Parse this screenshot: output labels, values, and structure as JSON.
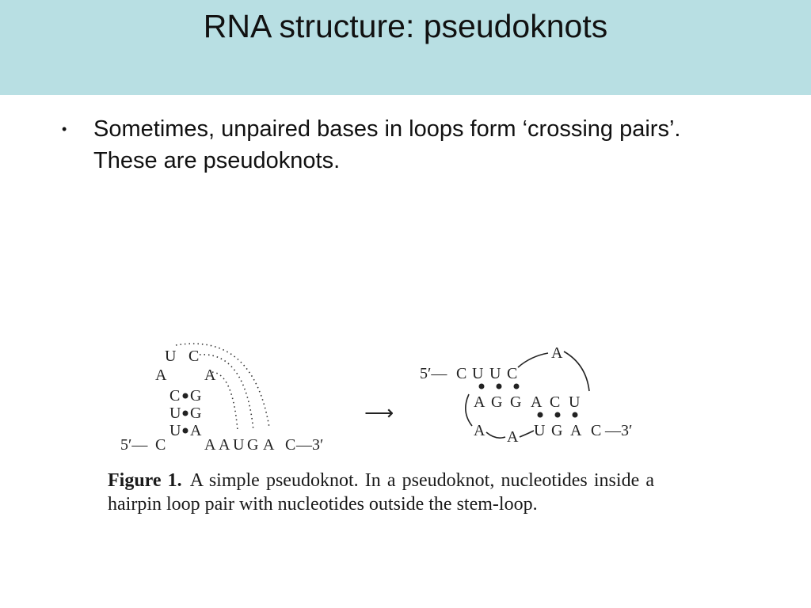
{
  "slide": {
    "title": "RNA structure: pseudoknots",
    "bullets": [
      {
        "marker": "•",
        "text": "Sometimes, unpaired bases in loops form ‘crossing pairs’. These are pseudoknots."
      }
    ]
  },
  "figure": {
    "left_structure": {
      "loop_top": [
        "U",
        "C"
      ],
      "loop_mid": [
        "A",
        "A"
      ],
      "stem_pairs": [
        {
          "left": "C",
          "right": "G"
        },
        {
          "left": "U",
          "right": "G"
        },
        {
          "left": "U",
          "right": "A"
        }
      ],
      "five_prime": "5′—",
      "five_prime_base": "C",
      "tail": [
        "A",
        "A",
        "U",
        "G",
        "A",
        "C"
      ],
      "three_prime": "—3′"
    },
    "arrow": "⟶",
    "right_structure": {
      "five_prime": "5′—",
      "top_strand": [
        "C",
        "U",
        "U",
        "C"
      ],
      "loop_top_base": "A",
      "middle_strand": [
        "A",
        "G",
        "G",
        "A",
        "C",
        "U"
      ],
      "bottom_left": [
        "A",
        "A"
      ],
      "bottom_strand": [
        "U",
        "G",
        "A",
        "C"
      ],
      "three_prime": "—3′"
    },
    "caption_label": "Figure 1.",
    "caption_text": "A simple pseudoknot. In a pseudoknot, nucleotides inside a hairpin loop pair with nucleotides outside the stem-loop."
  }
}
